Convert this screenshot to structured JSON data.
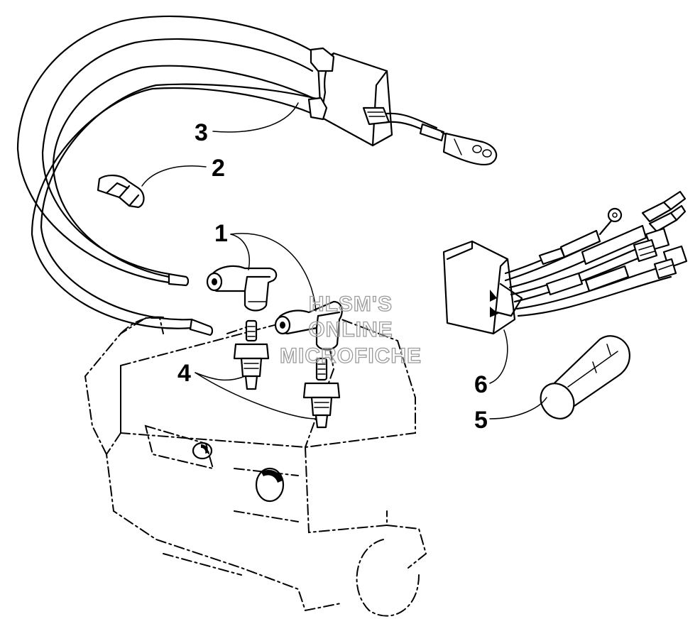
{
  "diagram": {
    "callouts": [
      {
        "id": "1",
        "label": "1"
      },
      {
        "id": "2",
        "label": "2"
      },
      {
        "id": "3",
        "label": "3"
      },
      {
        "id": "4",
        "label": "4"
      },
      {
        "id": "5",
        "label": "5"
      },
      {
        "id": "6",
        "label": "6"
      }
    ]
  },
  "watermark": {
    "line1": "HLSM'S",
    "line2": "ONLINE",
    "line3": "MICROFICHE"
  }
}
